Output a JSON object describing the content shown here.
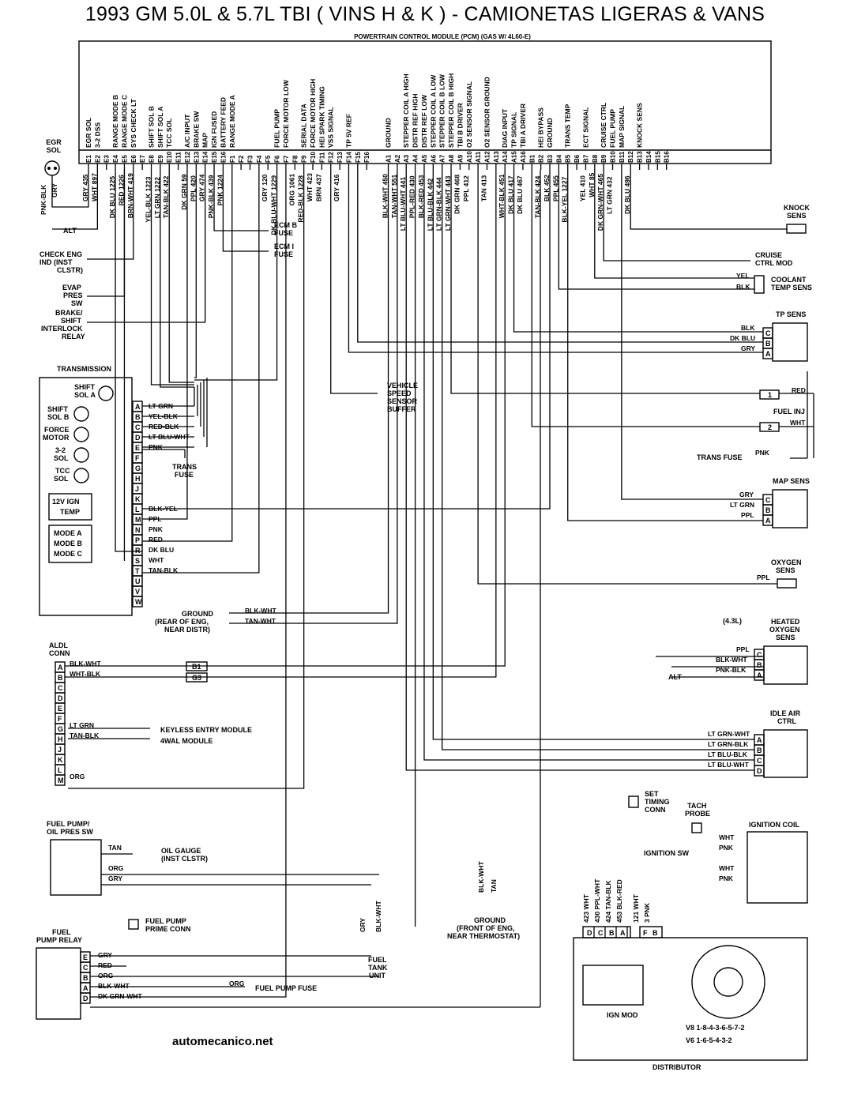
{
  "title": "1993 GM 5.0L & 5.7L TBI ( VINS H & K ) - CAMIONETAS LIGERAS & VANS",
  "pcm_label": "POWERTRAIN CONTROL MODULE (PCM) (GAS W/ 4L60-E)",
  "pcm_functions": [
    "EGR SOL",
    "3-2 DSS",
    "",
    "RANGE MODE B",
    "RANGE MODE C",
    "SYS CHECK LT",
    "",
    "SHIFT SOL B",
    "SHIFT SOL A",
    "TCC SOL",
    "",
    "A/C INPUT",
    "BRAKE SW",
    "MAP",
    "IGN FUSED",
    "BATTERY FEED",
    "RANGE MODE A",
    "",
    "",
    "",
    "",
    "FUEL PUMP",
    "FORCE MOTOR LOW",
    "",
    "SERIAL DATA",
    "FORCE MOTOR HIGH",
    "HEI SPARK TIMING",
    "VSS SIGNAL",
    "",
    "TP 5V REF",
    "",
    "",
    "GROUND",
    "",
    "STEPPER COIL A HIGH",
    "DISTR REF HIGH",
    "DISTR REF LOW",
    "STEPPER COIL A LOW",
    "STEPPER COIL B LOW",
    "STEPPER COIL B HIGH",
    "TBI B DRIVER",
    "O2 SENSOR SIGNAL",
    "",
    "O2 SENSOR GROUND",
    "",
    "DIAG INPUT",
    "TP SIGNAL",
    "TBI A DRIVER",
    "",
    "HEI BYPASS",
    "GROUND",
    "",
    "TRANS TEMP",
    "",
    "ECT SIGNAL",
    "",
    "CRUISE CTRL",
    "FUEL PUMP",
    "MAP SIGNAL",
    "",
    "KNOCK SENS"
  ],
  "pcm_pins": [
    "E1",
    "E2",
    "E3",
    "E4",
    "E5",
    "E6",
    "E7",
    "E8",
    "E9",
    "E10",
    "E11",
    "E12",
    "E13",
    "E14",
    "E15",
    "E16",
    "F1",
    "F2",
    "F3",
    "F4",
    "F5",
    "F6",
    "F7",
    "F8",
    "F9",
    "F10",
    "F11",
    "F12",
    "F13",
    "F14",
    "F15",
    "F16",
    "A1",
    "A2",
    "A3",
    "A4",
    "A5",
    "A6",
    "A7",
    "A8",
    "A9",
    "A10",
    "A11",
    "A12",
    "A13",
    "A14",
    "A15",
    "A16",
    "B1",
    "B2",
    "B3",
    "B4",
    "B5",
    "B6",
    "B7",
    "B8",
    "B9",
    "B10",
    "B11",
    "B12",
    "B13",
    "B14",
    "B15",
    "B16"
  ],
  "pcm_wires": [
    "GRY 435",
    "WHT 897",
    "",
    "DK BLU 1225",
    "RED 1226",
    "BRN-WHT 419",
    "",
    "YEL-BLK 1223",
    "LT GRN 1222",
    "TAN-BLK 422",
    "",
    "DK GRN 59",
    "PPL 420",
    "GRY 474",
    "PNK-BLK 439",
    "PNK 1224",
    "",
    "",
    "",
    "",
    "GRY 120",
    "DK BLU-WHT 1229",
    "",
    "ORG 1061",
    "RED-BLK 1228",
    "WHT 423",
    "BRN 437",
    "",
    "GRY 416",
    "",
    "",
    "",
    "BLK-WHT 450",
    "TAN-WHT 551",
    "LT BLU-WHT 441",
    "PPL-RED 430",
    "BLK-RED 453",
    "LT BLU-BLK 442",
    "LT GRN-BLK 444",
    "LT GRN-WHT 443",
    "DK GRN 468",
    "PPL 412",
    "",
    "TAN 413",
    "",
    "WHT-BLK 451",
    "DK BLU 417",
    "DK BLU 467",
    "",
    "TAN-BLK 424",
    "BLK 452",
    "PPL 455",
    "BLK-YEL 1227",
    "",
    "YEL 410",
    "WHT 85",
    "DK GRN-WHT 465",
    "LT GRN 432",
    "",
    "DK BLU 496",
    "",
    ""
  ],
  "labels": {
    "egr_sol": "EGR\nSOL",
    "egr_wires": [
      "PNK-BLK",
      "GRY"
    ],
    "alt": "ALT",
    "check_eng": "CHECK ENG\nIND (INST\nCLSTR)",
    "evap": "EVAP\nPRES\nSW",
    "brake_shift": "BRAKE/\nSHIFT\nINTERLOCK\nRELAY",
    "ecm_b": "ECM B\nFUSE",
    "ecm_i": "ECM I\nFUSE",
    "transmission": "TRANSMISSION",
    "shift_sol_a": "SHIFT\nSOL A",
    "shift_sol_b": "SHIFT\nSOL B",
    "force_motor": "FORCE\nMOTOR",
    "sol_32": "3-2\nSOL",
    "tcc_sol": "TCC\nSOL",
    "temp_12v": "12V IGN\nTEMP",
    "modes": "MODE A\nMODE B\nMODE C",
    "trans_fuse": "TRANS\nFUSE",
    "vss_buffer": "VEHICLE\nSPEED\nSENSOR\nBUFFER",
    "ground_rear": "GROUND\n(REAR OF ENG,\nNEAR DISTR)",
    "aldl": "ALDL\nCONN",
    "keyless": "KEYLESS ENTRY MODULE",
    "wal": "4WAL MODULE",
    "fuel_pump_sw": "FUEL PUMP/\nOIL PRES SW",
    "oil_gauge": "OIL GAUGE\n(INST CLSTR)",
    "fuel_pump_relay": "FUEL\nPUMP RELAY",
    "fp_prime": "FUEL PUMP\nPRIME CONN",
    "fuel_tank": "FUEL\nTANK\nUNIT",
    "fp_fuse": "FUEL PUMP FUSE",
    "ground_front": "GROUND\n(FRONT OF ENG,\nNEAR THERMOSTAT)",
    "knock_sens": "KNOCK\nSENS",
    "cruise_mod": "CRUISE\nCTRL MOD",
    "coolant": "COOLANT\nTEMP SENS",
    "tp_sens": "TP SENS",
    "fuel_inj": "FUEL INJ",
    "trans_fuse_r": "TRANS FUSE",
    "map_sens": "MAP SENS",
    "oxygen": "OXYGEN\nSENS",
    "heated_o2": "HEATED\nOXYGEN\nSENS",
    "l43": "(4.3L)",
    "idle_air": "IDLE AIR\nCTRL",
    "set_timing": "SET\nTIMING\nCONN",
    "tach_probe": "TACH\nPROBE",
    "ign_coil": "IGNITION COIL",
    "ign_sw": "IGNITION SW",
    "ign_mod": "IGN MOD",
    "v8": "V8 1-8-4-3-6-5-7-2",
    "v6": "V6 1-6-5-4-3-2",
    "distributor": "DISTRIBUTOR",
    "dist_wires": [
      "423 WHT",
      "430 PPL-WHT",
      "424 TAN-BLK",
      "453 BLK-RED",
      "121 WHT",
      "3 PNK"
    ]
  },
  "trans_pins": [
    "A",
    "B",
    "C",
    "D",
    "E",
    "F",
    "G",
    "H",
    "J",
    "K",
    "L",
    "M",
    "N",
    "P",
    "R",
    "S",
    "T",
    "U",
    "V",
    "W"
  ],
  "trans_wires": [
    "LT GRN",
    "YEL-BLK",
    "RED-BLK",
    "LT BLU-WHT",
    "PNK",
    "",
    "",
    "",
    "",
    "",
    "BLK-YEL",
    "PPL",
    "PNK",
    "RED",
    "DK BLU",
    "WHT",
    "TAN-BLK",
    "",
    "",
    ""
  ],
  "aldl_pins": [
    "A",
    "B",
    "C",
    "D",
    "E",
    "F",
    "G",
    "H",
    "J",
    "K",
    "L",
    "M"
  ],
  "aldl_wires": {
    "a": "BLK-WHT",
    "b": "WHT-BLK",
    "g": "LT GRN",
    "h": "TAN-BLK",
    "m": "ORG",
    "b1": "B1",
    "g3": "G3"
  },
  "ground_wires": [
    "BLK-WHT",
    "TAN-WHT"
  ],
  "front_ground_wires": [
    "BLK-WHT",
    "TAN"
  ],
  "right_wires": {
    "coolant": [
      "YEL",
      "BLK"
    ],
    "tp": [
      "BLK",
      "DK BLU",
      "GRY"
    ],
    "tp_pins": [
      "C",
      "B",
      "A"
    ],
    "inj": [
      "RED",
      "WHT"
    ],
    "inj_pins": [
      "1",
      "2"
    ],
    "trans_fuse": "PNK",
    "map": [
      "GRY",
      "LT GRN",
      "PPL"
    ],
    "map_pins": [
      "C",
      "B",
      "A"
    ],
    "o2": "PPL",
    "ho2": [
      "PPL",
      "BLK-WHT",
      "PNK-BLK"
    ],
    "ho2_pins": [
      "C",
      "B",
      "A"
    ],
    "iac": [
      "LT GRN-WHT",
      "LT GRN-BLK",
      "LT BLU-BLK",
      "LT BLU-WHT"
    ],
    "iac_pins": [
      "A",
      "B",
      "C",
      "D"
    ],
    "coil_wires": [
      "WHT",
      "PNK",
      "WHT",
      "PNK"
    ],
    "dist_pins": [
      "D",
      "C",
      "B",
      "A"
    ]
  },
  "fp_wires": [
    "TAN",
    "ORG",
    "GRY"
  ],
  "relay_pins": [
    "E",
    "C",
    "B",
    "A",
    "D"
  ],
  "relay_wires": [
    "GRY",
    "RED",
    "ORG",
    "BLK-WHT",
    "DK GRN-WHT"
  ],
  "tank_wires": [
    "GRY",
    "BLK-WHT"
  ],
  "fp_fuse_wire": "ORG",
  "footer": "automecanico.net"
}
